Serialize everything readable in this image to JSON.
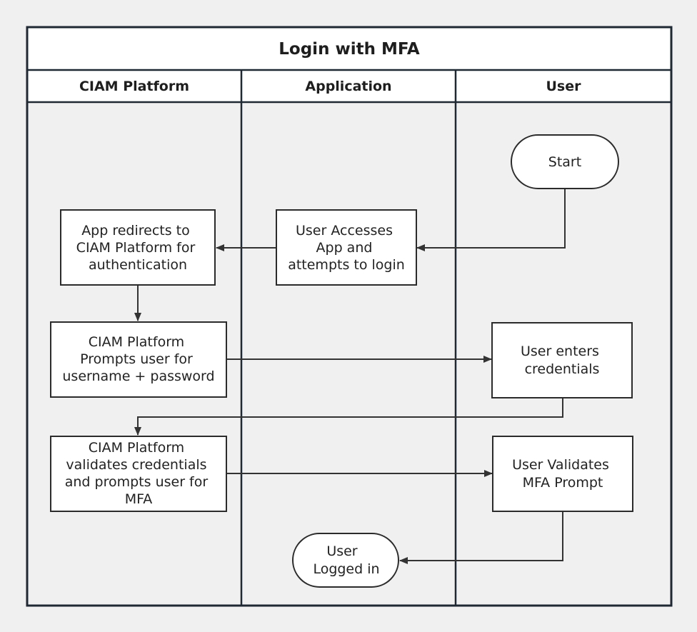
{
  "title": "Login with MFA",
  "lanes": [
    {
      "label": "CIAM Platform"
    },
    {
      "label": "Application"
    },
    {
      "label": "User"
    }
  ],
  "nodes": {
    "start": {
      "shape": "terminal",
      "lines": [
        "Start"
      ]
    },
    "user_accesses": {
      "shape": "process",
      "lines": [
        "User Accesses",
        "App and",
        "attempts to login"
      ]
    },
    "app_redirects": {
      "shape": "process",
      "lines": [
        "App redirects to",
        "CIAM Platform for",
        "authentication"
      ]
    },
    "prompts_credentials": {
      "shape": "process",
      "lines": [
        "CIAM Platform",
        "Prompts user for",
        "username + password"
      ]
    },
    "enters_credentials": {
      "shape": "process",
      "lines": [
        "User enters",
        "credentials"
      ]
    },
    "validates_credentials": {
      "shape": "process",
      "lines": [
        "CIAM Platform",
        "validates credentials",
        "and prompts user for",
        "MFA"
      ]
    },
    "validates_mfa": {
      "shape": "process",
      "lines": [
        "User Validates",
        "MFA Prompt"
      ]
    },
    "logged_in": {
      "shape": "terminal",
      "lines": [
        "User",
        "Logged in"
      ]
    }
  },
  "edges": [
    {
      "from": "start",
      "to": "user_accesses"
    },
    {
      "from": "user_accesses",
      "to": "app_redirects"
    },
    {
      "from": "app_redirects",
      "to": "prompts_credentials"
    },
    {
      "from": "prompts_credentials",
      "to": "enters_credentials"
    },
    {
      "from": "enters_credentials",
      "to": "validates_credentials"
    },
    {
      "from": "validates_credentials",
      "to": "validates_mfa"
    },
    {
      "from": "validates_mfa",
      "to": "logged_in"
    }
  ]
}
